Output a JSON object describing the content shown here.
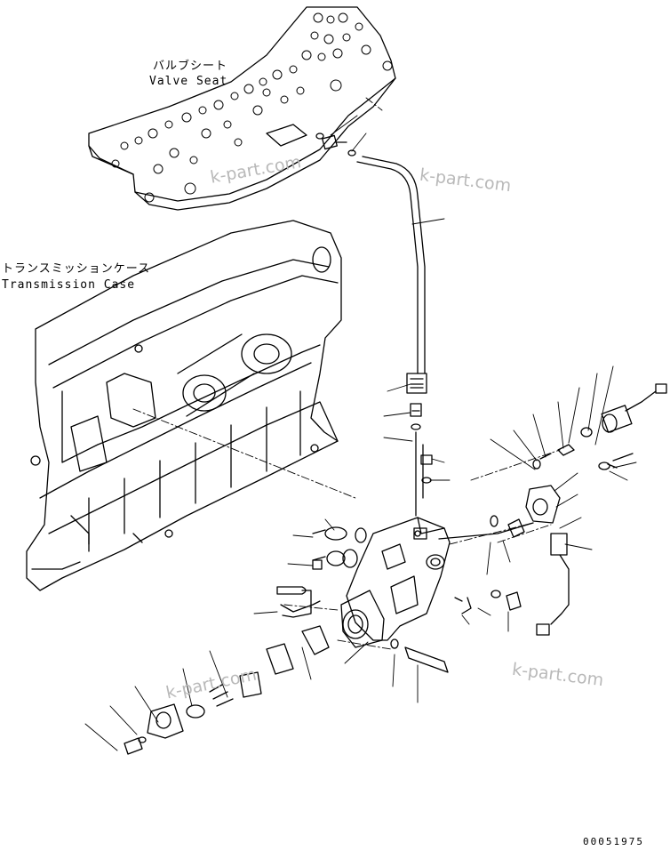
{
  "labels": {
    "valve_seat_jp": "バルブシート",
    "valve_seat_en": "Valve Seat",
    "transmission_case_jp": "トランスミッションケース",
    "transmission_case_en": "Transmission Case"
  },
  "watermark": "k-part.com",
  "page_number": "00051975",
  "colors": {
    "line": "#000000",
    "watermark": "#b9b9b9",
    "background": "#ffffff"
  }
}
